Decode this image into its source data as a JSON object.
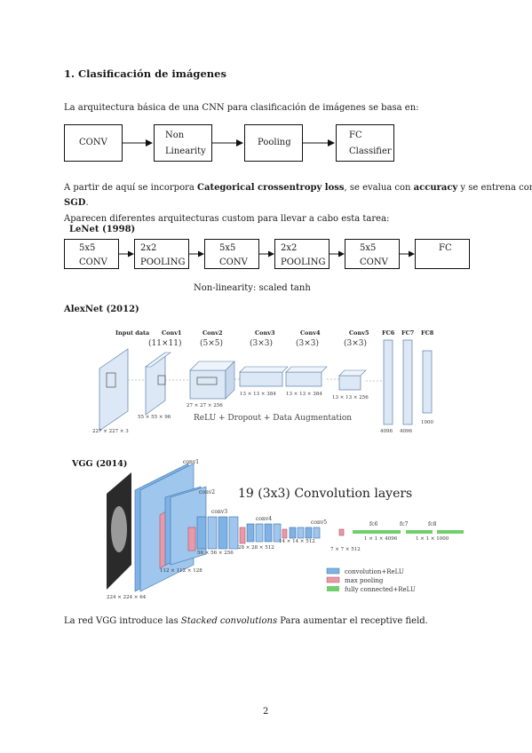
{
  "section": {
    "number": "1.",
    "title": "Clasificación de imágenes"
  },
  "intro": "La arquitectura básica de una CNN para clasificación de imágenes se basa en:",
  "basic_flow": [
    {
      "l1": "CONV",
      "l2": ""
    },
    {
      "l1": "Non",
      "l2": "Linearity"
    },
    {
      "l1": "Pooling",
      "l2": ""
    },
    {
      "l1": "FC",
      "l2": "Classifier"
    }
  ],
  "para1": {
    "a": "A partir de aquí se incorpora ",
    "b": "Categorical crossentropy loss",
    "c": ", se evalua con ",
    "d": "accuracy",
    "e": " y se entrena con",
    "f": "SGD",
    "g": "."
  },
  "para2": "Aparecen diferentes arquitecturas custom para llevar a cabo esta tarea:",
  "lenet": {
    "title": "LeNet (1998)",
    "blocks": [
      {
        "l1": "5x5",
        "l2": "CONV"
      },
      {
        "l1": "2x2",
        "l2": "POOLING"
      },
      {
        "l1": "5x5",
        "l2": "CONV"
      },
      {
        "l1": "2x2",
        "l2": "POOLING"
      },
      {
        "l1": "5x5",
        "l2": "CONV"
      },
      {
        "l1": "FC",
        "l2": ""
      }
    ],
    "caption": "Non-linearity: scaled tanh"
  },
  "alexnet": {
    "title": "AlexNet (2012)",
    "layers": [
      {
        "name": "Input data",
        "kernel": "",
        "dims": "227 × 227 × 3"
      },
      {
        "name": "Conv1",
        "kernel": "(11×11)",
        "dims": "55 × 55 × 96"
      },
      {
        "name": "Conv2",
        "kernel": "(5×5)",
        "dims": "27 × 27 × 256"
      },
      {
        "name": "Conv3",
        "kernel": "(3×3)",
        "dims": "13 × 13 × 384"
      },
      {
        "name": "Conv4",
        "kernel": "(3×3)",
        "dims": "13 × 13 × 384"
      },
      {
        "name": "Conv5",
        "kernel": "(3×3)",
        "dims": "13 × 13 × 256"
      }
    ],
    "fc": [
      {
        "name": "FC6",
        "dims": "4096"
      },
      {
        "name": "FC7",
        "dims": "4096"
      },
      {
        "name": "FC8",
        "dims": "1000"
      }
    ],
    "note": "ReLU + Dropout + Data Augmentation",
    "colors": {
      "block": "#dce8f5",
      "edge": "#5a7fa8"
    }
  },
  "vgg": {
    "title": "VGG (2014)",
    "headline": "19 (3x3) Convolution layers",
    "labels": [
      "conv1",
      "conv2",
      "conv3",
      "conv4",
      "conv5",
      "fc6",
      "fc7",
      "fc8"
    ],
    "dims": [
      "224 × 224 × 64",
      "112 × 112 × 128",
      "56 × 56 × 256",
      "28 × 28 × 512",
      "14 × 14 × 512",
      "7 × 7 × 512",
      "1 × 1 × 4096",
      "1 × 1 × 1000"
    ],
    "legend": [
      "convolution+ReLU",
      "max pooling",
      "fully connected+ReLU"
    ],
    "colors": {
      "conv": "#7fb3e6",
      "pool": "#e89aa8",
      "fc": "#6fcf6f"
    }
  },
  "closing": {
    "a": "La red VGG introduce las ",
    "b": "Stacked convolutions",
    "c": " Para aumentar el receptive field."
  },
  "page_number": "2"
}
